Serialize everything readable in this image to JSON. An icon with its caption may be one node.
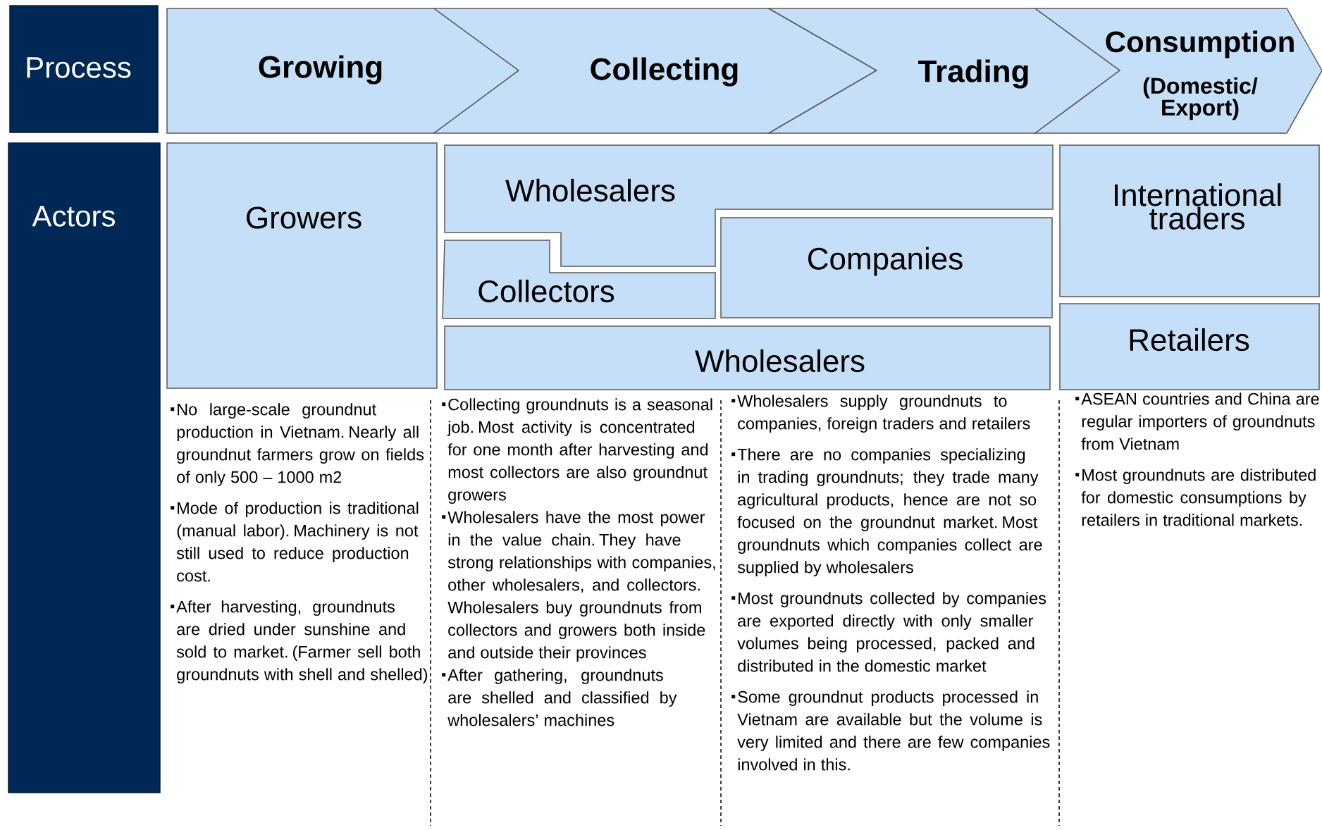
{
  "diagram": {
    "nodes": [
      {
        "text": [
          "Process"
        ]
      },
      {
        "text": [
          "Growing"
        ]
      },
      {
        "text": [
          "Collecting"
        ]
      },
      {
        "text": [
          "Trading"
        ]
      },
      {
        "text": [
          "Consumption",
          "(Domestic/ Export)"
        ]
      },
      {
        "text": [
          "Actors"
        ]
      },
      {
        "text": [
          "Growers"
        ]
      },
      {
        "text": [
          "Wholesalers"
        ]
      },
      {
        "text": [
          "Collectors"
        ]
      },
      {
        "text": [
          "Companies"
        ]
      },
      {
        "text": [
          "Wholesalers"
        ]
      },
      {
        "text": [
          "International traders"
        ]
      },
      {
        "text": [
          "Retailers"
        ]
      }
    ],
    "labels": [
      "No large-scale groundnut production in Vietnam. Nearly all groundnut farmers grow on fields of only 500 – 1000 m2",
      "Mode of production is traditional (manual labor). Machinery is not still used to reduce production cost.",
      "After harvesting, groundnuts are dried under sunshine and sold to market. (Farmer sell both groundnuts with shell and shelled)",
      "Collecting groundnuts is a seasonal job.  Most activity is concentrated for one month after harvesting and most collectors are also groundnut growers",
      "Wholesalers have the most power in the value chain.  They have strong relationships with companies, other wholesalers, and collectors. Wholesalers buy groundnuts from collectors and growers both inside and outside their provinces",
      "After gathering, groundnuts are shelled and classified by wholesalers’ machines",
      "Wholesalers supply groundnuts to companies, foreign traders and retailers",
      "There are no companies specializing in trading groundnuts; they trade many agricultural products, hence are not so focused on the groundnut market. Most groundnuts which companies collect are supplied by wholesalers",
      "Most groundnuts collected by companies are exported directly with only smaller volumes being processed, packed and distributed in the domestic market",
      "Some groundnut products processed in Vietnam are available but the volume is very limited and there are few companies involved in this.",
      "ASEAN countries and China are regular importers of groundnuts from Vietnam",
      "Most groundnuts are distributed for domestic consumptions by retailers in traditional markets."
    ]
  }
}
